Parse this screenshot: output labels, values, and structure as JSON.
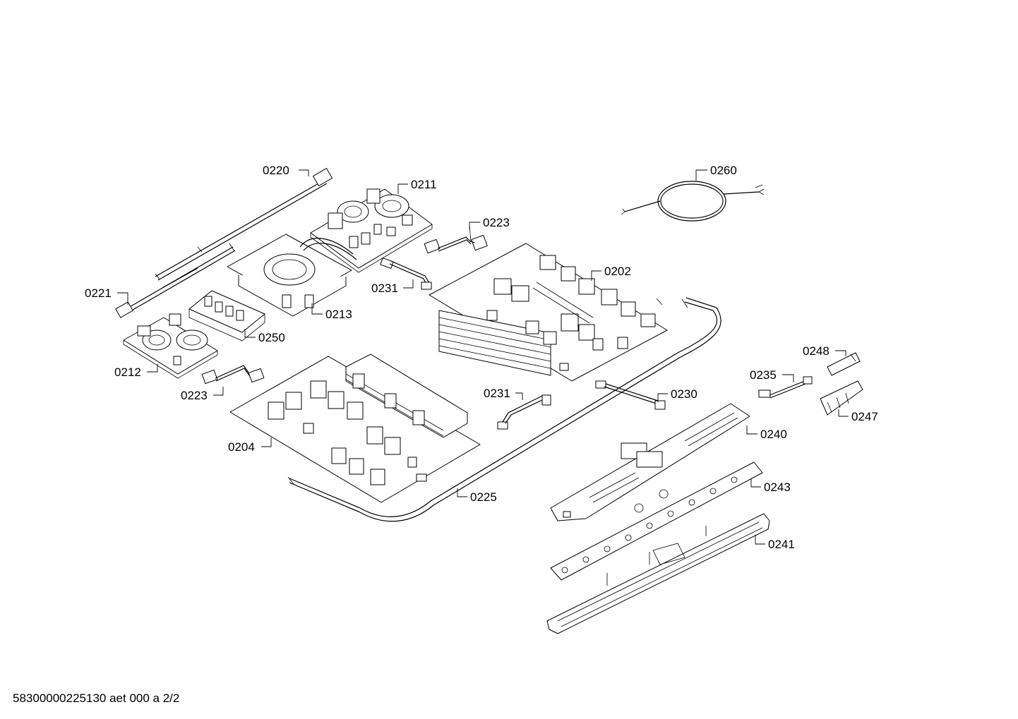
{
  "footer": {
    "document_id": "58300000225130 aet 000 a 2/2"
  },
  "callouts": {
    "c0220": "0220",
    "c0211": "0211",
    "c0260": "0260",
    "c0223a": "0223",
    "c0202": "0202",
    "c0231a": "0231",
    "c0221": "0221",
    "c0213": "0213",
    "c0250": "0250",
    "c0212": "0212",
    "c0223b": "0223",
    "c0248": "0248",
    "c0235": "0235",
    "c0230": "0230",
    "c0231b": "0231",
    "c0247": "0247",
    "c0240": "0240",
    "c0204": "0204",
    "c0243": "0243",
    "c0225": "0225",
    "c0241": "0241"
  }
}
